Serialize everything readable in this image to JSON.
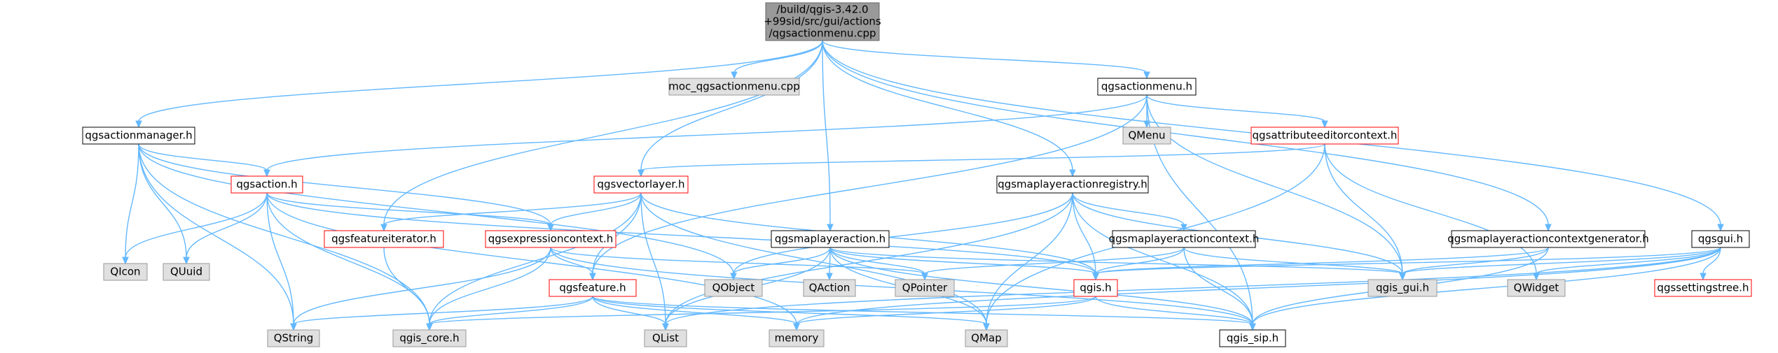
{
  "colors": {
    "edge": "#63b8ff",
    "root_fill": "#999999",
    "root_border": "#666666",
    "documented_fill": "#ffffff",
    "documented_border": "#000000",
    "incomplete_fill": "#ffffff",
    "incomplete_border": "#ff0000",
    "external_fill": "#e0e0e0",
    "external_border": "#999999"
  },
  "nodes": [
    {
      "id": "root",
      "lines": [
        "/build/qgis-3.42.0",
        "+99sid/src/gui/actions",
        "/qgsactionmenu.cpp"
      ],
      "kind": "root"
    },
    {
      "id": "moc",
      "lines": [
        "moc_qgsactionmenu.cpp"
      ],
      "kind": "external"
    },
    {
      "id": "actionmenu",
      "lines": [
        "qgsactionmenu.h"
      ],
      "kind": "documented"
    },
    {
      "id": "actionmanager",
      "lines": [
        "qgsactionmanager.h"
      ],
      "kind": "documented"
    },
    {
      "id": "qmenu",
      "lines": [
        "QMenu"
      ],
      "kind": "external"
    },
    {
      "id": "attreditctx",
      "lines": [
        "qgsattributeeditorcontext.h"
      ],
      "kind": "incomplete"
    },
    {
      "id": "action",
      "lines": [
        "qgsaction.h"
      ],
      "kind": "incomplete"
    },
    {
      "id": "vectorlayer",
      "lines": [
        "qgsvectorlayer.h"
      ],
      "kind": "incomplete"
    },
    {
      "id": "registry",
      "lines": [
        "qgsmaplayeractionregistry.h"
      ],
      "kind": "documented"
    },
    {
      "id": "ctxgen",
      "lines": [
        "qgsmaplayeractioncontextgenerator.h"
      ],
      "kind": "documented"
    },
    {
      "id": "qgsgui",
      "lines": [
        "qgsgui.h"
      ],
      "kind": "documented"
    },
    {
      "id": "qicon",
      "lines": [
        "QIcon"
      ],
      "kind": "external"
    },
    {
      "id": "quuid",
      "lines": [
        "QUuid"
      ],
      "kind": "external"
    },
    {
      "id": "featiter",
      "lines": [
        "qgsfeatureiterator.h"
      ],
      "kind": "incomplete"
    },
    {
      "id": "exprctx",
      "lines": [
        "qgsexpressioncontext.h"
      ],
      "kind": "incomplete"
    },
    {
      "id": "maplayeraction",
      "lines": [
        "qgsmaplayeraction.h"
      ],
      "kind": "documented"
    },
    {
      "id": "maplayeractionctx",
      "lines": [
        "qgsmaplayeractioncontext.h"
      ],
      "kind": "documented"
    },
    {
      "id": "qobject",
      "lines": [
        "QObject"
      ],
      "kind": "external"
    },
    {
      "id": "qaction",
      "lines": [
        "QAction"
      ],
      "kind": "external"
    },
    {
      "id": "qpointer",
      "lines": [
        "QPointer"
      ],
      "kind": "external"
    },
    {
      "id": "qgis",
      "lines": [
        "qgis.h"
      ],
      "kind": "incomplete"
    },
    {
      "id": "qgisgui",
      "lines": [
        "qgis_gui.h"
      ],
      "kind": "external"
    },
    {
      "id": "qwidget",
      "lines": [
        "QWidget"
      ],
      "kind": "external"
    },
    {
      "id": "settingstree",
      "lines": [
        "qgssettingstree.h"
      ],
      "kind": "incomplete"
    },
    {
      "id": "feature",
      "lines": [
        "qgsfeature.h"
      ],
      "kind": "incomplete"
    },
    {
      "id": "qstring",
      "lines": [
        "QString"
      ],
      "kind": "external"
    },
    {
      "id": "qgiscore",
      "lines": [
        "qgis_core.h"
      ],
      "kind": "external"
    },
    {
      "id": "qlist",
      "lines": [
        "QList"
      ],
      "kind": "external"
    },
    {
      "id": "memory",
      "lines": [
        "memory"
      ],
      "kind": "external"
    },
    {
      "id": "qmap",
      "lines": [
        "QMap"
      ],
      "kind": "external"
    },
    {
      "id": "qgissip",
      "lines": [
        "qgis_sip.h"
      ],
      "kind": "documented"
    }
  ],
  "edges": [
    [
      "root",
      "moc"
    ],
    [
      "root",
      "actionmenu"
    ],
    [
      "root",
      "actionmanager"
    ],
    [
      "root",
      "vectorlayer"
    ],
    [
      "root",
      "registry"
    ],
    [
      "root",
      "maplayeraction"
    ],
    [
      "root",
      "featiter"
    ],
    [
      "root",
      "ctxgen"
    ],
    [
      "root",
      "qgsgui"
    ],
    [
      "actionmenu",
      "qmenu"
    ],
    [
      "actionmenu",
      "attreditctx"
    ],
    [
      "actionmenu",
      "action"
    ],
    [
      "actionmenu",
      "feature"
    ],
    [
      "actionmenu",
      "qgisgui"
    ],
    [
      "actionmenu",
      "qgissip"
    ],
    [
      "attreditctx",
      "vectorlayer"
    ],
    [
      "attreditctx",
      "qgisgui"
    ],
    [
      "attreditctx",
      "qmap"
    ],
    [
      "attreditctx",
      "qwidget"
    ],
    [
      "actionmanager",
      "action"
    ],
    [
      "actionmanager",
      "qicon"
    ],
    [
      "actionmanager",
      "quuid"
    ],
    [
      "actionmanager",
      "exprctx"
    ],
    [
      "actionmanager",
      "qobject"
    ],
    [
      "actionmanager",
      "qstring"
    ],
    [
      "actionmanager",
      "qgiscore"
    ],
    [
      "action",
      "qicon"
    ],
    [
      "action",
      "quuid"
    ],
    [
      "action",
      "exprctx"
    ],
    [
      "action",
      "qgis"
    ],
    [
      "action",
      "qstring"
    ],
    [
      "action",
      "qgiscore"
    ],
    [
      "action",
      "memory"
    ],
    [
      "vectorlayer",
      "featiter"
    ],
    [
      "vectorlayer",
      "exprctx"
    ],
    [
      "vectorlayer",
      "feature"
    ],
    [
      "vectorlayer",
      "qgis"
    ],
    [
      "vectorlayer",
      "qgiscore"
    ],
    [
      "vectorlayer",
      "qlist"
    ],
    [
      "vectorlayer",
      "qmap"
    ],
    [
      "registry",
      "qobject"
    ],
    [
      "registry",
      "maplayeractionctx"
    ],
    [
      "registry",
      "qgis"
    ],
    [
      "registry",
      "qgisgui"
    ],
    [
      "registry",
      "qgissip"
    ],
    [
      "registry",
      "qmap"
    ],
    [
      "registry",
      "qlist"
    ],
    [
      "featiter",
      "qgiscore"
    ],
    [
      "exprctx",
      "feature"
    ],
    [
      "exprctx",
      "qstring"
    ],
    [
      "exprctx",
      "qgiscore"
    ],
    [
      "exprctx",
      "qpointer"
    ],
    [
      "exprctx",
      "qgissip"
    ],
    [
      "maplayeraction",
      "qobject"
    ],
    [
      "maplayeraction",
      "qaction"
    ],
    [
      "maplayeraction",
      "qpointer"
    ],
    [
      "maplayeraction",
      "qgis"
    ],
    [
      "maplayeraction",
      "qgisgui"
    ],
    [
      "maplayeraction",
      "qgissip"
    ],
    [
      "maplayeraction",
      "qlist"
    ],
    [
      "maplayeraction",
      "qmap"
    ],
    [
      "maplayeractionctx",
      "qpointer"
    ],
    [
      "maplayeractionctx",
      "qgis"
    ],
    [
      "maplayeractionctx",
      "qgisgui"
    ],
    [
      "maplayeractionctx",
      "qgissip"
    ],
    [
      "ctxgen",
      "qgis"
    ],
    [
      "ctxgen",
      "qgisgui"
    ],
    [
      "ctxgen",
      "qgissip"
    ],
    [
      "qgsgui",
      "qgis"
    ],
    [
      "qgsgui",
      "qgisgui"
    ],
    [
      "qgsgui",
      "qwidget"
    ],
    [
      "qgsgui",
      "settingstree"
    ],
    [
      "qgsgui",
      "qgissip"
    ],
    [
      "qgsgui",
      "memory"
    ],
    [
      "qgsgui",
      "qlist"
    ],
    [
      "qgis",
      "qgissip"
    ],
    [
      "qgis",
      "qgiscore"
    ],
    [
      "qgis",
      "memory"
    ],
    [
      "feature",
      "qstring"
    ],
    [
      "feature",
      "qgiscore"
    ],
    [
      "feature",
      "qlist"
    ],
    [
      "feature",
      "memory"
    ],
    [
      "feature",
      "qmap"
    ],
    [
      "feature",
      "qgissip"
    ]
  ]
}
